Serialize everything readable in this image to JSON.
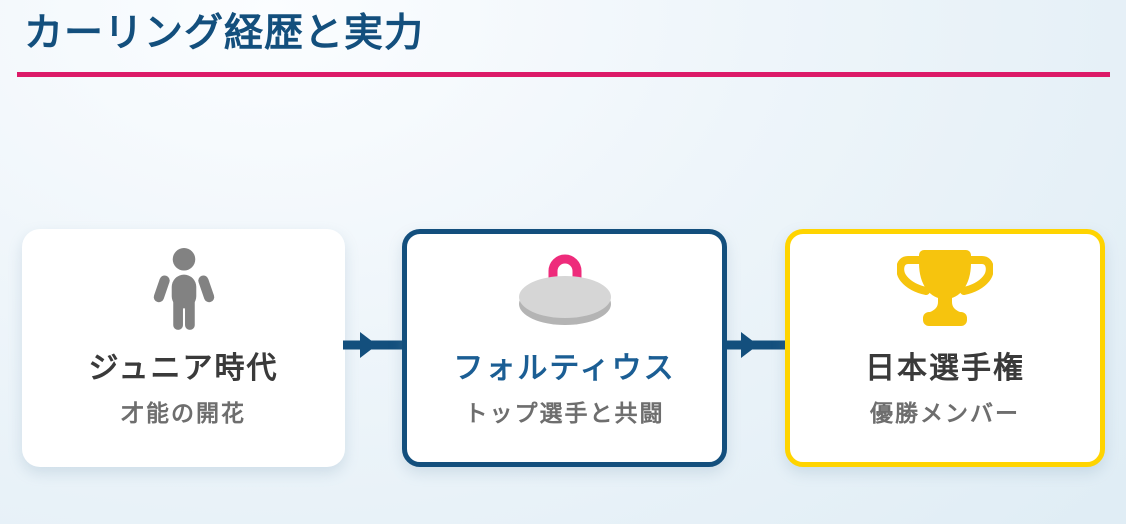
{
  "page": {
    "title": "カーリング経歴と実力"
  },
  "colors": {
    "accent_blue": "#134f7d",
    "accent_pink": "#dc1a68",
    "accent_yellow": "#ffd400",
    "trophy_gold": "#f6c40e",
    "stone_gray": "#d6d6d6",
    "stone_gray_dark": "#b4b4b4",
    "handle_pink": "#ee2b7b",
    "icon_gray": "#828282",
    "step_title_dark": "#3a3a3a",
    "step_title_blue": "#1b5e94",
    "step_subtitle_gray": "#6e6e6e"
  },
  "flow": {
    "steps": [
      {
        "title": "ジュニア時代",
        "subtitle": "才能の開花",
        "icon": "child-icon",
        "emphasis": "none"
      },
      {
        "title": "フォルティウス",
        "subtitle": "トップ選手と共闘",
        "icon": "curling-stone-icon",
        "emphasis": "blue-border"
      },
      {
        "title": "日本選手権",
        "subtitle": "優勝メンバー",
        "icon": "trophy-icon",
        "emphasis": "yellow-border"
      }
    ],
    "connectors": [
      {
        "icon": "arrow-right-icon"
      },
      {
        "icon": "arrow-right-icon"
      }
    ]
  }
}
